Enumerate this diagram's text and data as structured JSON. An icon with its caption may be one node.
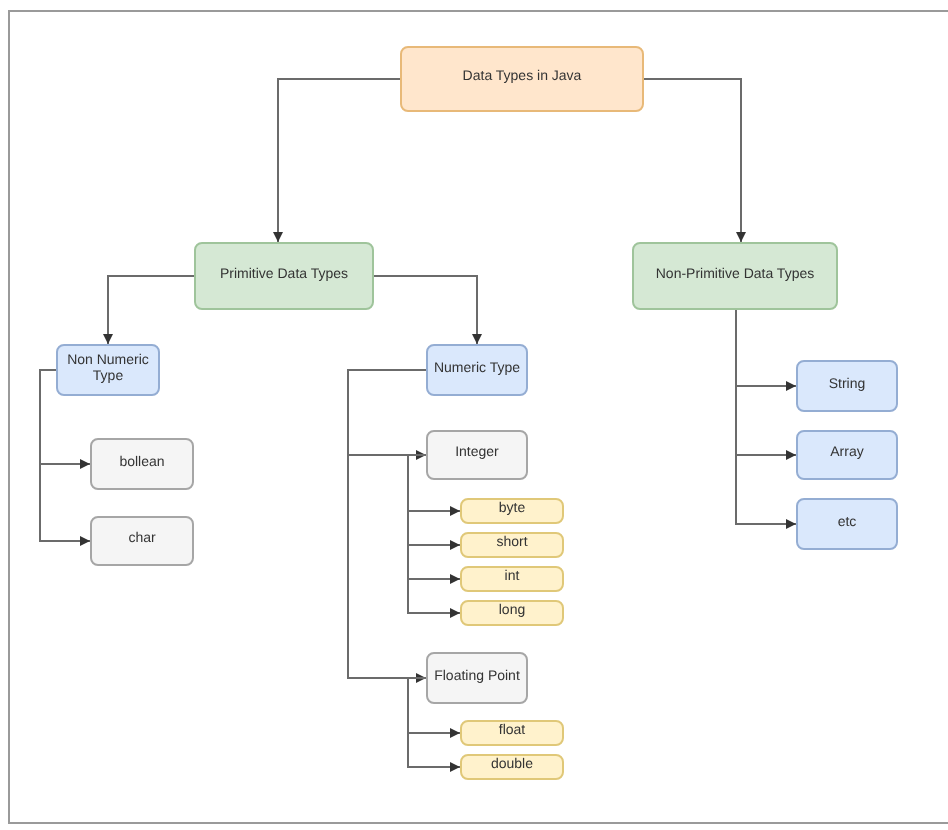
{
  "diagram": {
    "nodes": [
      {
        "text": [
          "Data Types in Java"
        ]
      },
      {
        "text": [
          "Primitive Data Types"
        ]
      },
      {
        "text": [
          "Non-Primitive Data Types"
        ]
      },
      {
        "text": [
          "Non Numeric Type"
        ]
      },
      {
        "text": [
          "Numeric Type"
        ]
      },
      {
        "text": [
          "bollean"
        ]
      },
      {
        "text": [
          "char"
        ]
      },
      {
        "text": [
          "Integer"
        ]
      },
      {
        "text": [
          "byte"
        ]
      },
      {
        "text": [
          "short"
        ]
      },
      {
        "text": [
          "int"
        ]
      },
      {
        "text": [
          "long"
        ]
      },
      {
        "text": [
          "Floating Point"
        ]
      },
      {
        "text": [
          "float"
        ]
      },
      {
        "text": [
          "double"
        ]
      },
      {
        "text": [
          "String"
        ]
      },
      {
        "text": [
          "Array"
        ]
      },
      {
        "text": [
          "etc"
        ]
      }
    ],
    "edges": [
      {
        "from": 0,
        "to": 1,
        "arrow": "to"
      },
      {
        "from": 0,
        "to": 2,
        "arrow": "to"
      },
      {
        "from": 1,
        "to": 3,
        "arrow": "to"
      },
      {
        "from": 1,
        "to": 4,
        "arrow": "to"
      },
      {
        "from": 3,
        "to": 5,
        "arrow": "to"
      },
      {
        "from": 3,
        "to": 6,
        "arrow": "to"
      },
      {
        "from": 4,
        "to": 7,
        "arrow": "to"
      },
      {
        "from": 4,
        "to": 12,
        "arrow": "to"
      },
      {
        "from": 7,
        "to": 8,
        "arrow": "to"
      },
      {
        "from": 7,
        "to": 9,
        "arrow": "to"
      },
      {
        "from": 7,
        "to": 10,
        "arrow": "to"
      },
      {
        "from": 7,
        "to": 11,
        "arrow": "to"
      },
      {
        "from": 12,
        "to": 13,
        "arrow": "to"
      },
      {
        "from": 12,
        "to": 14,
        "arrow": "to"
      },
      {
        "from": 2,
        "to": 15,
        "arrow": "to"
      },
      {
        "from": 2,
        "to": 16,
        "arrow": "to"
      },
      {
        "from": 2,
        "to": 17,
        "arrow": "to"
      }
    ]
  }
}
